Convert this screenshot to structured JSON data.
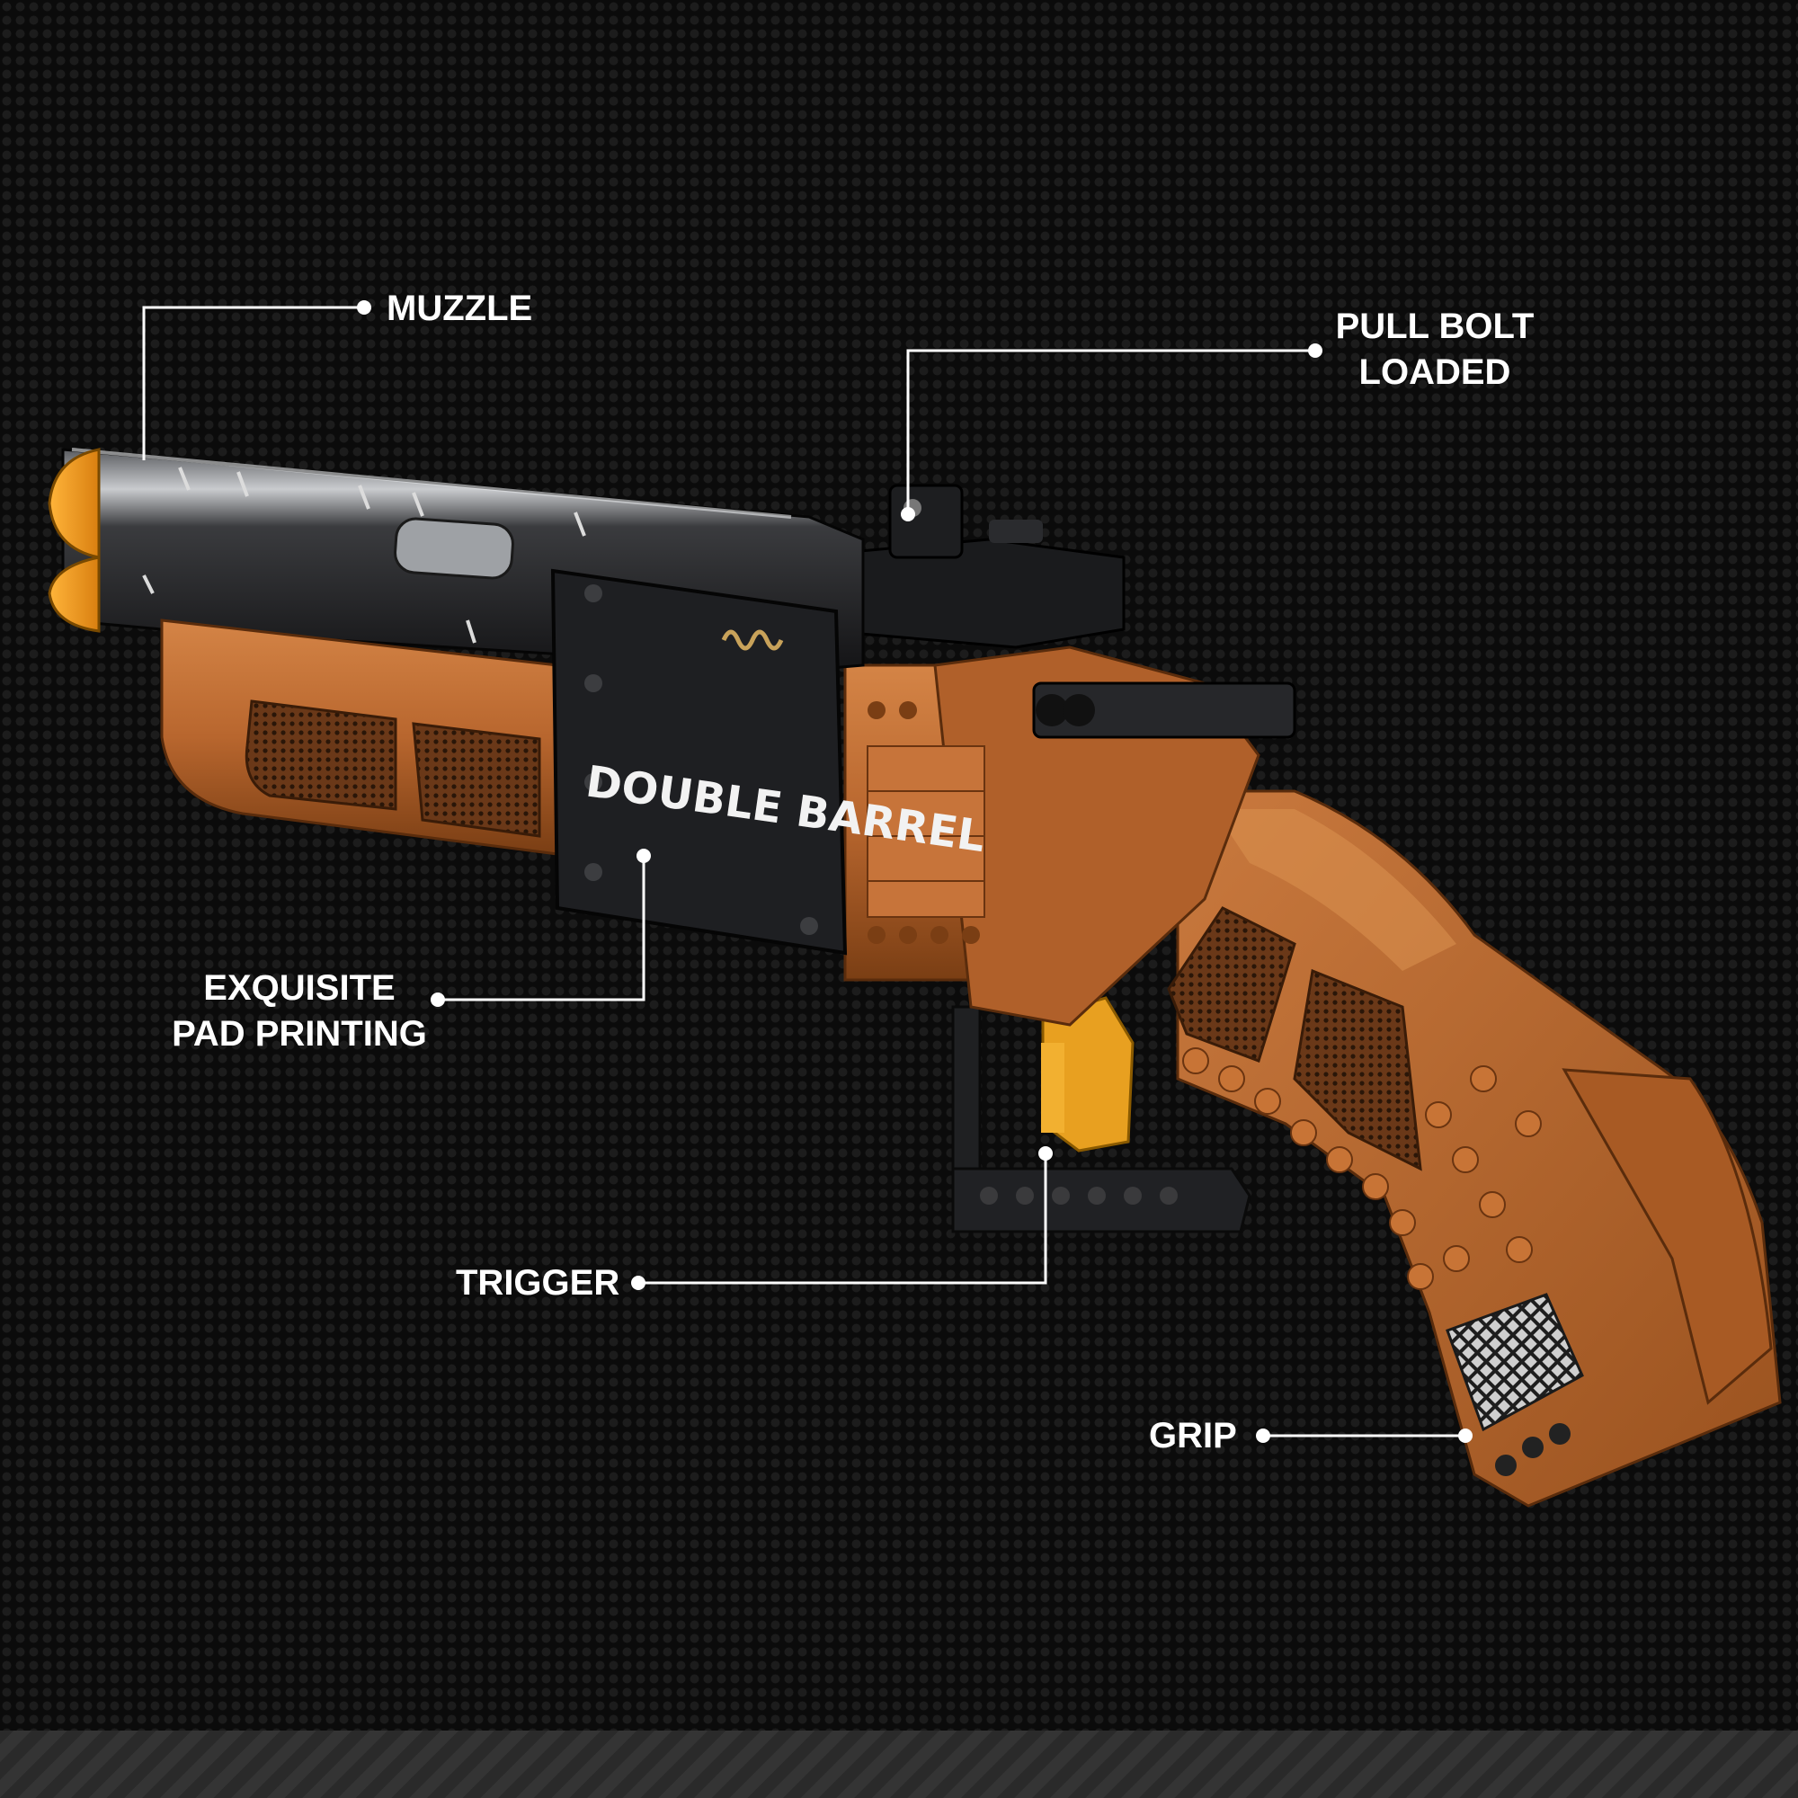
{
  "callouts": {
    "muzzle": "MUZZLE",
    "pull_bolt_line1": "PULL BOLT",
    "pull_bolt_line2": "LOADED",
    "pad_printing_line1": "EXQUISITE",
    "pad_printing_line2": "PAD PRINTING",
    "trigger": "TRIGGER",
    "grip": "GRIP"
  },
  "gun": {
    "side_print": "DOUBLE BARREL"
  },
  "colors": {
    "background": "#0c0c0c",
    "brick_brown": "#b8662e",
    "barrel_black": "#2a2b2e",
    "muzzle_orange": "#f29a1a",
    "trigger_amber": "#e8a020",
    "label_white": "#ffffff"
  }
}
